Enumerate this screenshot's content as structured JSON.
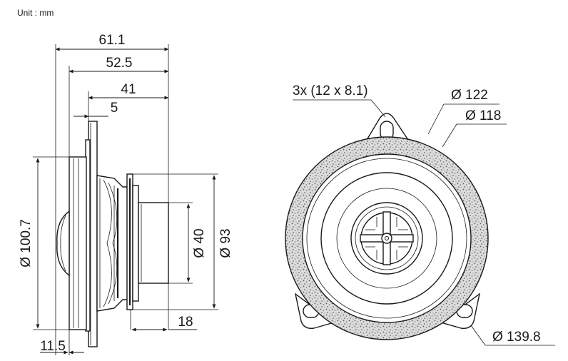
{
  "unit_label": "Unit : mm",
  "side_view": {
    "dim_overall_depth": "61.1",
    "dim_depth_2": "52.5",
    "dim_depth_3": "41",
    "dim_flange": "5",
    "dim_height": "Ø 100.7",
    "dim_magnet": "Ø 40",
    "dim_basket": "Ø 93",
    "dim_magnet_depth": "18",
    "dim_front": "11.5"
  },
  "front_view": {
    "dim_holes": "3x (12 x 8.1)",
    "dim_outer": "Ø 122",
    "dim_cutout": "Ø 118",
    "dim_mount": "Ø 139.8"
  }
}
